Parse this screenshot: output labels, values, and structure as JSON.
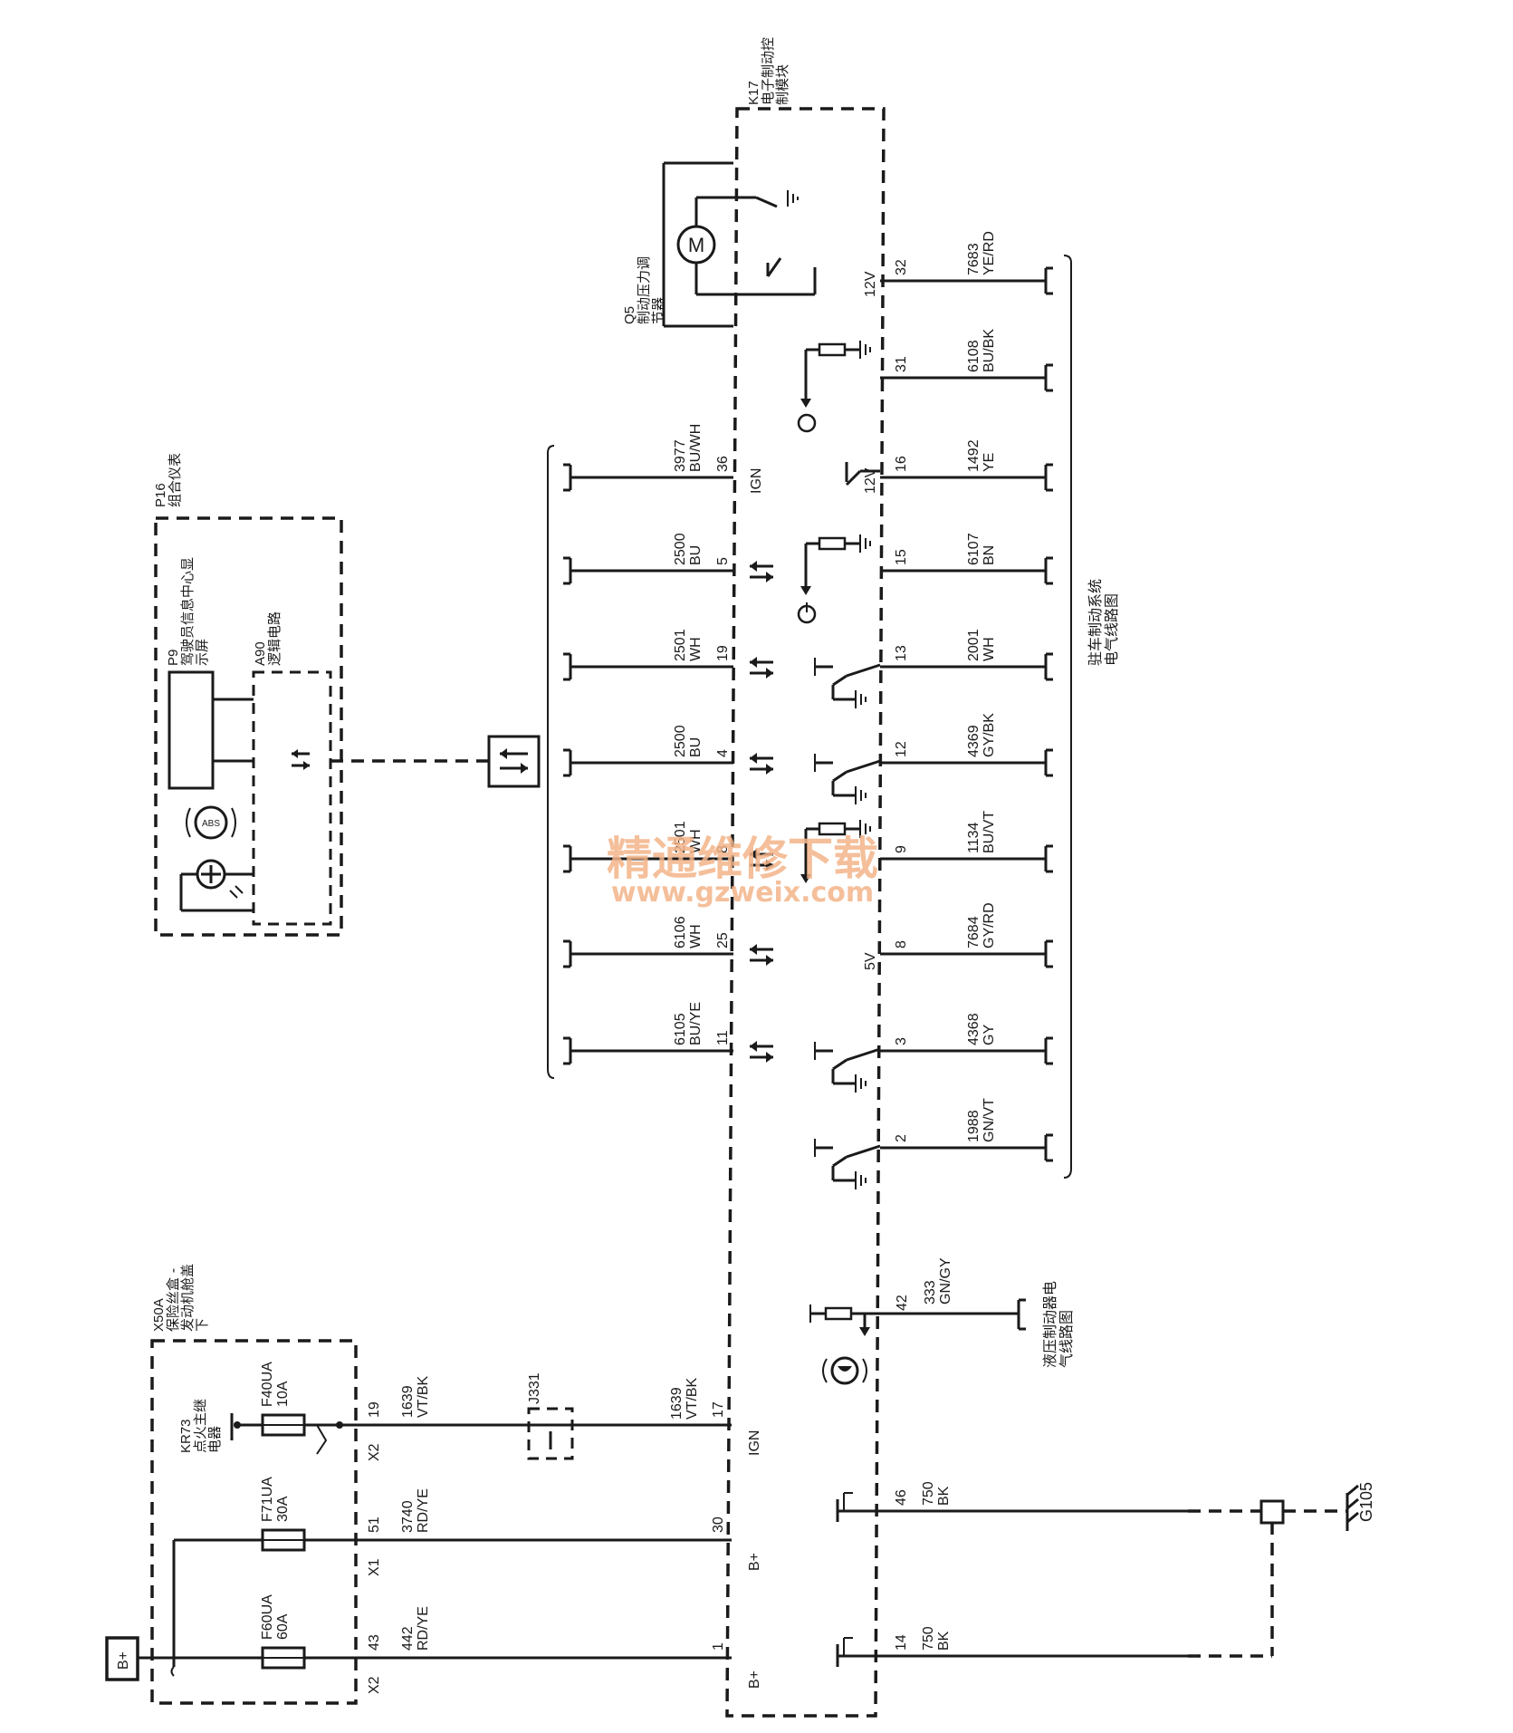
{
  "module_k17": {
    "id": "K17",
    "name_line1": "电子制动控",
    "name_line2": "制模块"
  },
  "q5": {
    "id": "Q5",
    "name_line1": "制动压力调",
    "name_line2": "节器",
    "motor": "M"
  },
  "p16": {
    "id": "P16",
    "name": "组合仪表"
  },
  "p9": {
    "id": "P9",
    "name_line1": "驾驶员信息中心显",
    "name_line2": "示屏"
  },
  "a90": {
    "id": "A90",
    "name": "逻辑电路"
  },
  "abs_symbol": "ABS",
  "x50a": {
    "id": "X50A",
    "name_line1": "保险丝盒 -",
    "name_line2": "发动机舱盖",
    "name_line3": "下"
  },
  "kr73": {
    "id": "KR73",
    "name_line1": "点火主继",
    "name_line2": "电器"
  },
  "fuses": [
    {
      "id": "F40UA",
      "rating": "10A"
    },
    {
      "id": "F71UA",
      "rating": "30A"
    },
    {
      "id": "F60UA",
      "rating": "60A"
    }
  ],
  "battery": "B+",
  "splice": "J331",
  "ground": "G105",
  "parking_brake_ref_line1": "驻车制动系统",
  "parking_brake_ref_line2": "电气线路图",
  "hydraulic_ref_line1": "液压制动器电",
  "hydraulic_ref_line2": "气线路图",
  "watermark": {
    "cn": "精通维修下载",
    "url": "www.gzweix.com"
  },
  "left_wires": [
    {
      "circuit": "3977",
      "color": "BU/WH",
      "pin": "36",
      "tag": "IGN"
    },
    {
      "circuit": "2500",
      "color": "BU",
      "pin": "5"
    },
    {
      "circuit": "2501",
      "color": "WH",
      "pin": "19"
    },
    {
      "circuit": "2500",
      "color": "BU",
      "pin": "4"
    },
    {
      "circuit": "2501",
      "color": "WH",
      "pin": "8"
    },
    {
      "circuit": "6106",
      "color": "WH",
      "pin": "25"
    },
    {
      "circuit": "6105",
      "color": "BU/YE",
      "pin": "11"
    }
  ],
  "right_wires": [
    {
      "circuit": "7683",
      "color": "YE/RD",
      "pin": "32",
      "tag": "12V"
    },
    {
      "circuit": "6108",
      "color": "BU/BK",
      "pin": "31"
    },
    {
      "circuit": "1492",
      "color": "YE",
      "pin": "16",
      "tag": "12V"
    },
    {
      "circuit": "6107",
      "color": "BN",
      "pin": "15"
    },
    {
      "circuit": "2001",
      "color": "WH",
      "pin": "13"
    },
    {
      "circuit": "4369",
      "color": "GY/BK",
      "pin": "12"
    },
    {
      "circuit": "1134",
      "color": "BU/VT",
      "pin": "9"
    },
    {
      "circuit": "7684",
      "color": "GY/RD",
      "pin": "8",
      "tag": "5V"
    },
    {
      "circuit": "4368",
      "color": "GY",
      "pin": "3"
    },
    {
      "circuit": "1988",
      "color": "GN/VT",
      "pin": "2"
    }
  ],
  "wire_333": {
    "circuit": "333",
    "color": "GN/GY",
    "pin": "42"
  },
  "power_wires": [
    {
      "circuit": "1639",
      "color": "VT/BK",
      "fuse_pin": "19",
      "connector": "X2",
      "module_pin": "17",
      "tag": "IGN"
    },
    {
      "circuit": "3740",
      "color": "RD/YE",
      "fuse_pin": "51",
      "connector": "X1",
      "module_pin": "30",
      "tag": "B+"
    },
    {
      "circuit": "442",
      "color": "RD/YE",
      "fuse_pin": "43",
      "connector": "X2",
      "module_pin": "1",
      "tag": "B+"
    }
  ],
  "ground_wires": [
    {
      "circuit": "750",
      "color": "BK",
      "pin": "46"
    },
    {
      "circuit": "750",
      "color": "BK",
      "pin": "14"
    }
  ]
}
